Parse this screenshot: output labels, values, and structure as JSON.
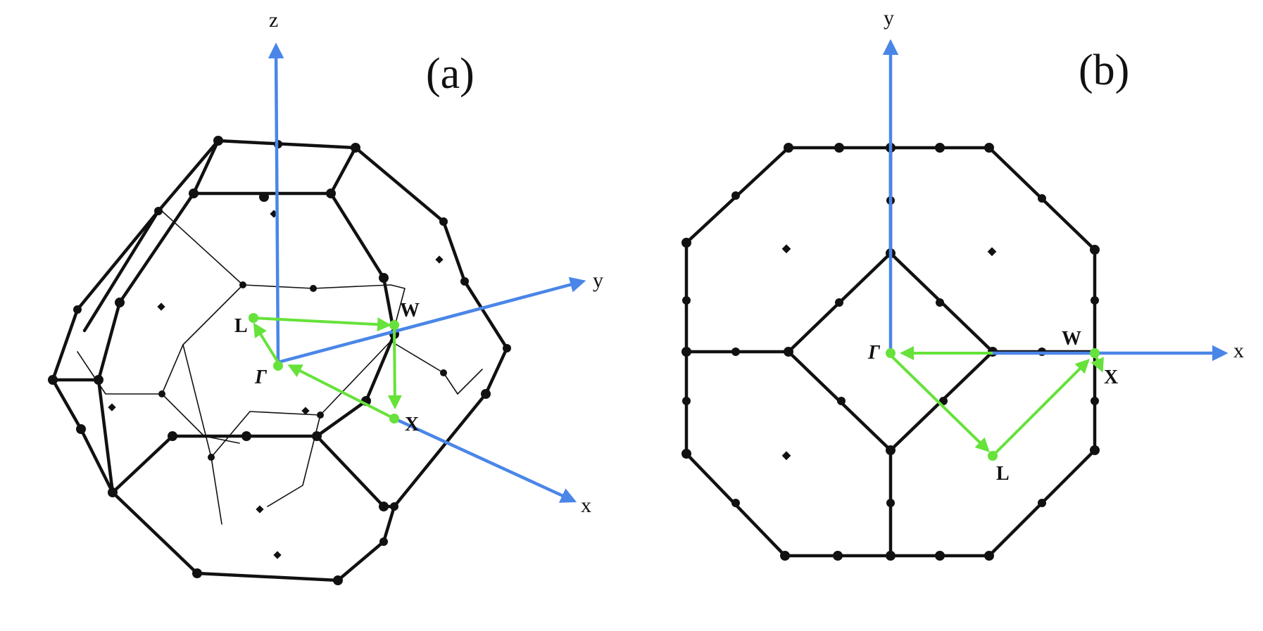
{
  "panels": [
    {
      "label": "(a)",
      "axes": {
        "z": "z",
        "y": "y",
        "x": "x"
      },
      "points": {
        "gamma": "Γ",
        "L": "L",
        "W": "W",
        "X": "X"
      }
    },
    {
      "label": "(b)",
      "axes": {
        "y": "y",
        "x": "x"
      },
      "points": {
        "gamma": "Γ",
        "L": "L",
        "W": "W",
        "X": "X"
      }
    }
  ],
  "colors": {
    "edges": "#111111",
    "axes": "#4a86e8",
    "path": "#66e23a"
  }
}
